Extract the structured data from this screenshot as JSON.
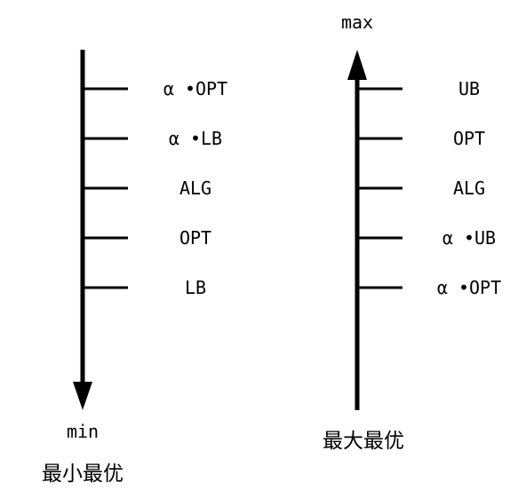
{
  "left_axis": {
    "end_label": "min",
    "caption": "最小最优",
    "ticks": [
      "α •OPT",
      "α •LB",
      "ALG",
      "OPT",
      "LB"
    ]
  },
  "right_axis": {
    "end_label": "max",
    "caption": "最大最优",
    "ticks": [
      "UB",
      "OPT",
      "ALG",
      "α •UB",
      "α •OPT"
    ]
  },
  "colors": {
    "ink": "#000000",
    "background": "#ffffff"
  }
}
